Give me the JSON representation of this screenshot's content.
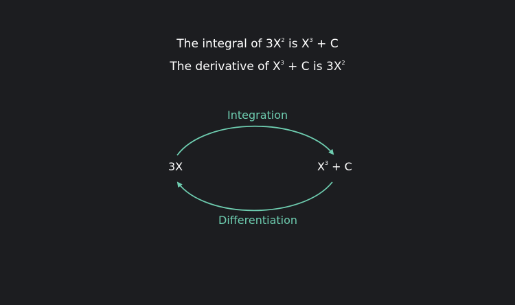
{
  "statements": {
    "line1": {
      "prefix": "The integral of 3X",
      "sup1": "2",
      "middle": " is X",
      "sup2": "3",
      "suffix": " + C"
    },
    "line2": {
      "prefix": "The derivative of X",
      "sup1": "3",
      "middle": " + C is 3X",
      "sup2": "2"
    }
  },
  "diagram": {
    "left_node": "3X",
    "right_node": {
      "base": "X",
      "sup": "3",
      "suffix": " + C"
    },
    "top_arrow_label": "Integration",
    "bottom_arrow_label": "Differentiation",
    "accent_color": "#6ecdb0",
    "background_color": "#1c1d20"
  }
}
